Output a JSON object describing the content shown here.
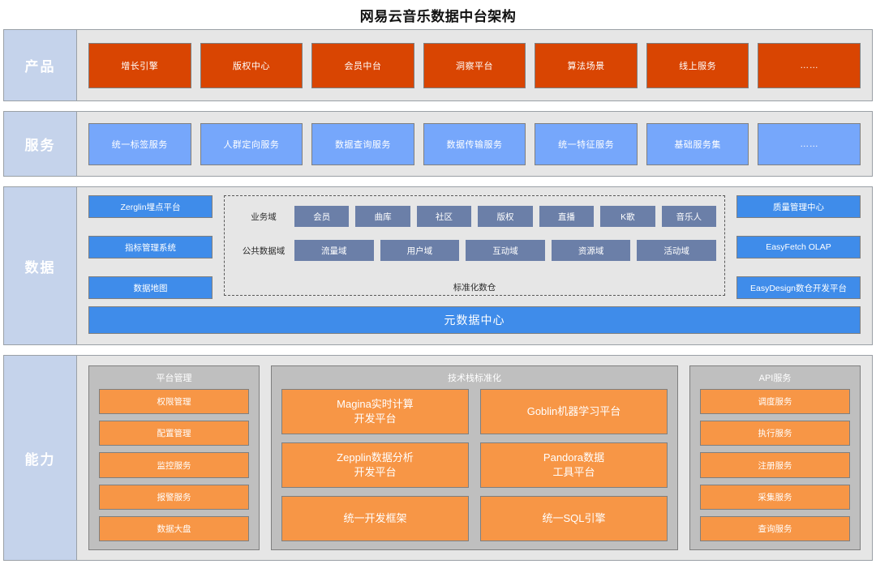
{
  "title": "网易云音乐数据中台架构",
  "colors": {
    "product_box": "#D94502",
    "service_box": "#76A7FB",
    "data_box": "#3F8CEA",
    "domain_box": "#6B7FA8",
    "capability_box": "#F79646",
    "group_bg": "#BFBFBF",
    "row_label_bg": "#C5D3EB",
    "row_bg": "#E6E6E6"
  },
  "sections": {
    "product": {
      "label": "产品",
      "boxes": [
        "增长引擎",
        "版权中心",
        "会员中台",
        "洞察平台",
        "算法场景",
        "线上服务",
        "……"
      ]
    },
    "service": {
      "label": "服务",
      "boxes": [
        "统一标签服务",
        "人群定向服务",
        "数据查询服务",
        "数据传输服务",
        "统一特征服务",
        "基础服务集",
        "……"
      ]
    },
    "data": {
      "label": "数据",
      "left_column": [
        "Zerglin埋点平台",
        "指标管理系统",
        "数据地图"
      ],
      "right_column": [
        "质量管理中心",
        "EasyFetch OLAP",
        "EasyDesign数仓开发平台"
      ],
      "warehouse": {
        "caption": "标准化数仓",
        "rows": [
          {
            "label": "业务域",
            "items": [
              "会员",
              "曲库",
              "社区",
              "版权",
              "直播",
              "K歌",
              "音乐人"
            ]
          },
          {
            "label": "公共数据域",
            "items": [
              "流量域",
              "用户域",
              "互动域",
              "资源域",
              "活动域"
            ]
          }
        ]
      },
      "metadata_bar": "元数据中心"
    },
    "capability": {
      "label": "能力",
      "groups": [
        {
          "title": "平台管理",
          "items": [
            "权限管理",
            "配置管理",
            "监控服务",
            "报警服务",
            "数据大盘"
          ]
        },
        {
          "title": "技术栈标准化",
          "items": [
            "Magina实时计算\n开发平台",
            "Goblin机器学习平台",
            "Zepplin数据分析\n开发平台",
            "Pandora数据\n工具平台",
            "统一开发框架",
            "统一SQL引擎"
          ]
        },
        {
          "title": "API服务",
          "items": [
            "调度服务",
            "执行服务",
            "注册服务",
            "采集服务",
            "查询服务"
          ]
        }
      ]
    }
  }
}
